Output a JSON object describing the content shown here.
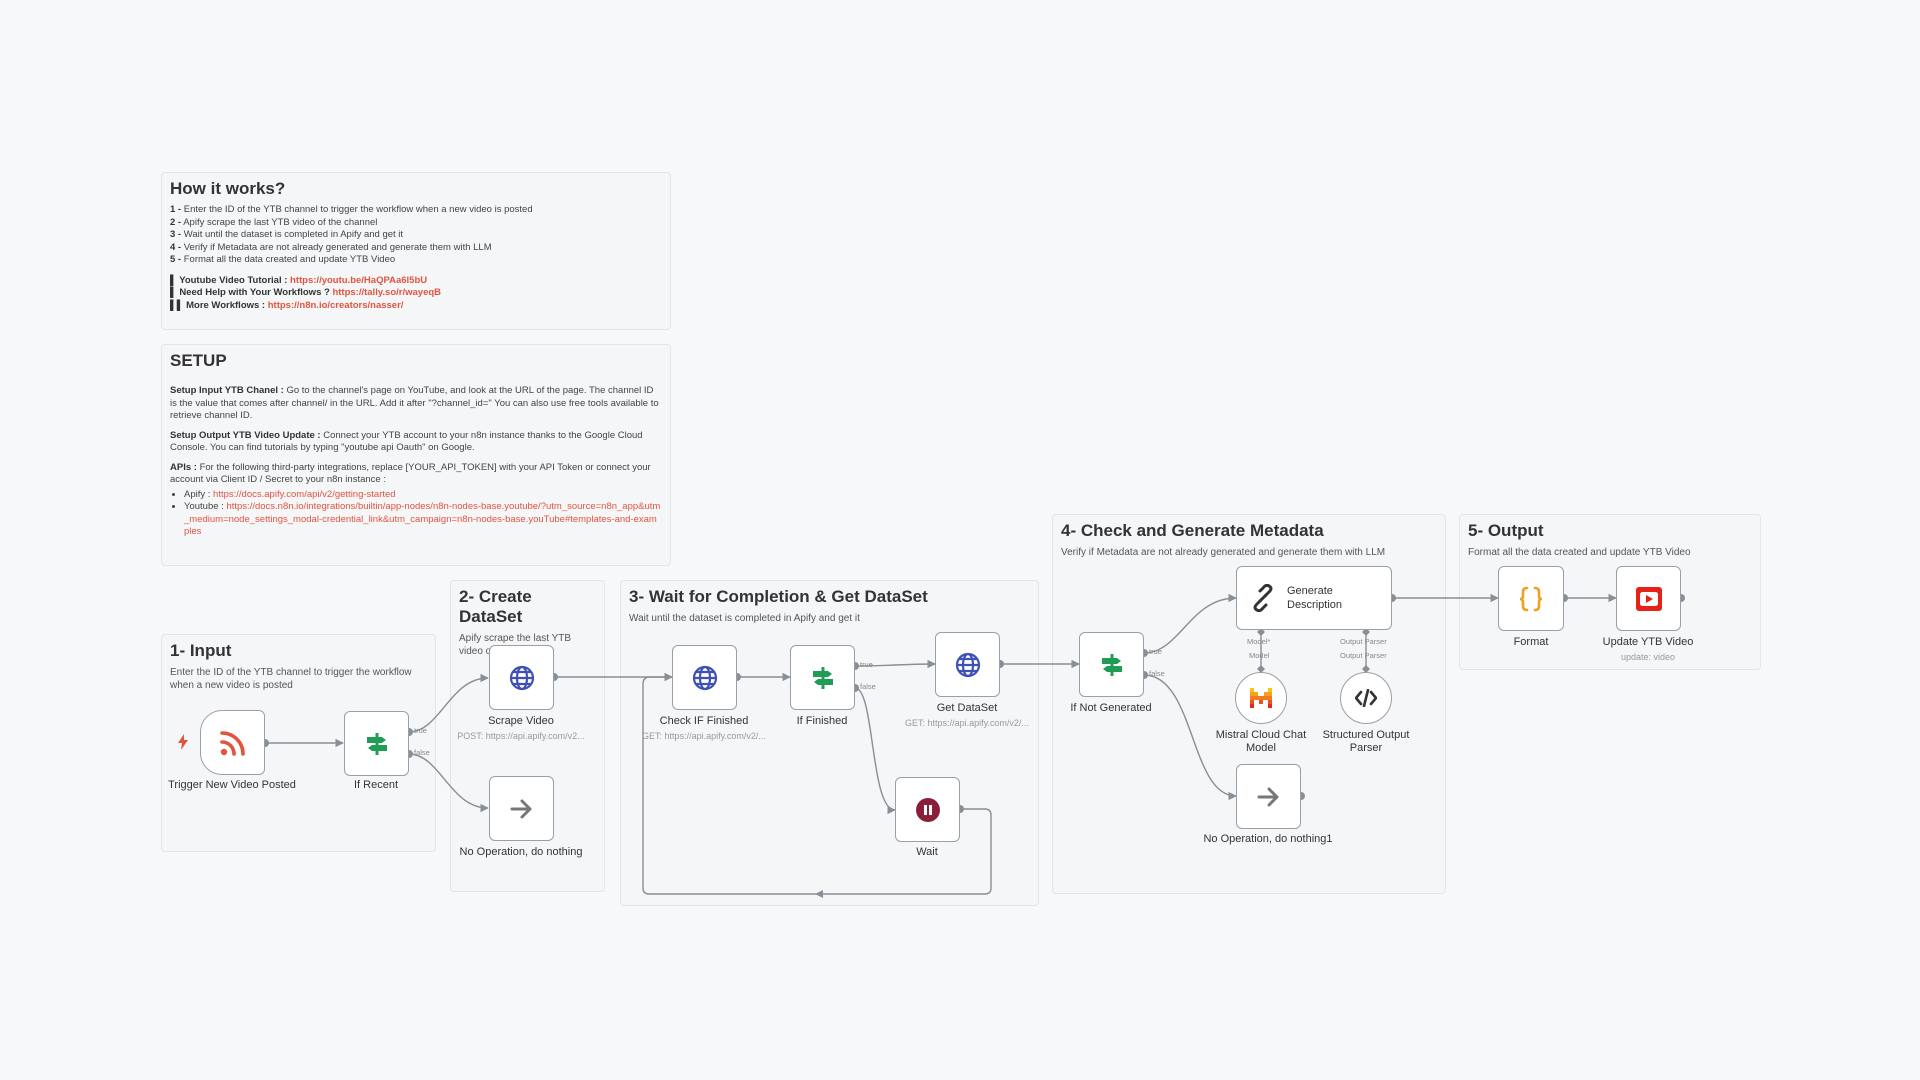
{
  "sticky_how": {
    "title": "How it works?",
    "steps": [
      {
        "num": "1 -",
        "text": " Enter the ID of the YTB channel to trigger the workflow when a new video is posted"
      },
      {
        "num": "2 -",
        "text": " Apify scrape the last YTB video of the channel"
      },
      {
        "num": "3 -",
        "text": " Wait until the dataset is completed in Apify and get it"
      },
      {
        "num": "4 -",
        "text": " Verify if Metadata are not already generated and generate them with LLM"
      },
      {
        "num": "5 -",
        "text": " Format all the data created and update YTB Video"
      }
    ],
    "links": [
      {
        "label": "▌ Youtube Video Tutorial :",
        "url": "https://youtu.be/HaQPAa6l5bU"
      },
      {
        "label": "▌ Need Help with Your Workflows ?",
        "url": "https://tally.so/r/wayeqB"
      },
      {
        "label": "▌▌ More Workflows :",
        "url": "https://n8n.io/creators/nasser/"
      }
    ]
  },
  "sticky_setup": {
    "title": "SETUP",
    "p1_bold": "Setup Input YTB Chanel :",
    "p1_text": " Go to the channel's page on YouTube, and look at the URL of the page. The channel ID is the value that comes after channel/ in the URL. Add it after \"?channel_id=\" You can also use free tools available to retrieve channel ID.",
    "p2_bold": "Setup Output YTB Video Update :",
    "p2_text": " Connect your YTB account to your n8n instance thanks to the Google Cloud Console. You can find tutorials by typing \"youtube api Oauth\" on Google.",
    "p3_bold": "APIs :",
    "p3_text": " For the following third-party integrations, replace [YOUR_API_TOKEN] with your API Token or connect your account via Client ID / Secret to your n8n instance :",
    "bullets": [
      {
        "label": "Apify :",
        "url": "https://docs.apify.com/api/v2/getting-started"
      },
      {
        "label": "Youtube :",
        "url": "https://docs.n8n.io/integrations/builtin/app-nodes/n8n-nodes-base.youtube/?utm_source=n8n_app&utm_medium=node_settings_modal-credential_link&utm_campaign=n8n-nodes-base.youTube#templates-and-examples"
      }
    ]
  },
  "sections": {
    "input": {
      "title": "1- Input",
      "desc": "Enter the ID of the YTB channel to trigger the workflow when a new video is posted"
    },
    "dataset": {
      "title": "2- Create DataSet",
      "desc": "Apify scrape the last YTB video of the channel"
    },
    "wait": {
      "title": "3- Wait for Completion & Get DataSet",
      "desc": "Wait until the dataset is completed in Apify and get it"
    },
    "check": {
      "title": "4- Check and Generate Metadata",
      "desc": "Verify if Metadata are not already generated and generate them with LLM"
    },
    "output": {
      "title": "5- Output",
      "desc": "Format all the data created and update YTB Video"
    }
  },
  "nodes": {
    "trigger": {
      "label": "Trigger New Video Posted",
      "icon": "rss-icon"
    },
    "if_recent": {
      "label": "If Recent",
      "icon": "if-branch-icon"
    },
    "scrape_video": {
      "label": "Scrape Video",
      "sub": "POST: https://api.apify.com/v2...",
      "icon": "globe-icon"
    },
    "noop1": {
      "label": "No Operation, do nothing",
      "icon": "arrow-right-icon"
    },
    "check_if_finished": {
      "label": "Check IF Finished",
      "sub": "GET: https://api.apify.com/v2/...",
      "icon": "globe-icon"
    },
    "if_finished": {
      "label": "If Finished",
      "icon": "if-branch-icon"
    },
    "get_dataset": {
      "label": "Get DataSet",
      "sub": "GET: https://api.apify.com/v2/...",
      "icon": "globe-icon"
    },
    "wait": {
      "label": "Wait",
      "icon": "pause-icon"
    },
    "if_not_generated": {
      "label": "If Not Generated",
      "icon": "if-branch-icon"
    },
    "generate_description": {
      "label": "Generate Description",
      "icon": "chain-link-icon"
    },
    "mistral": {
      "label": "Mistral Cloud Chat Model",
      "icon": "mistral-logo-icon"
    },
    "parser": {
      "label": "Structured Output Parser",
      "icon": "code-icon"
    },
    "noop2": {
      "label": "No Operation, do nothing1",
      "icon": "arrow-right-icon"
    },
    "format": {
      "label": "Format",
      "icon": "braces-icon"
    },
    "update_ytb": {
      "label": "Update YTB Video",
      "sub": "update: video",
      "icon": "youtube-icon"
    }
  },
  "ports": {
    "true": "true",
    "false": "false",
    "model_req": "Model*",
    "model": "Model",
    "output_parser": "Output Parser"
  },
  "colors": {
    "accent": "#e25440",
    "if_green": "#1f9d55",
    "globe_blue": "#3f51b5",
    "wait_red": "#8b1f3a",
    "youtube_red": "#e62117",
    "braces_orange": "#f0a020",
    "wire": "#8a8e96"
  }
}
